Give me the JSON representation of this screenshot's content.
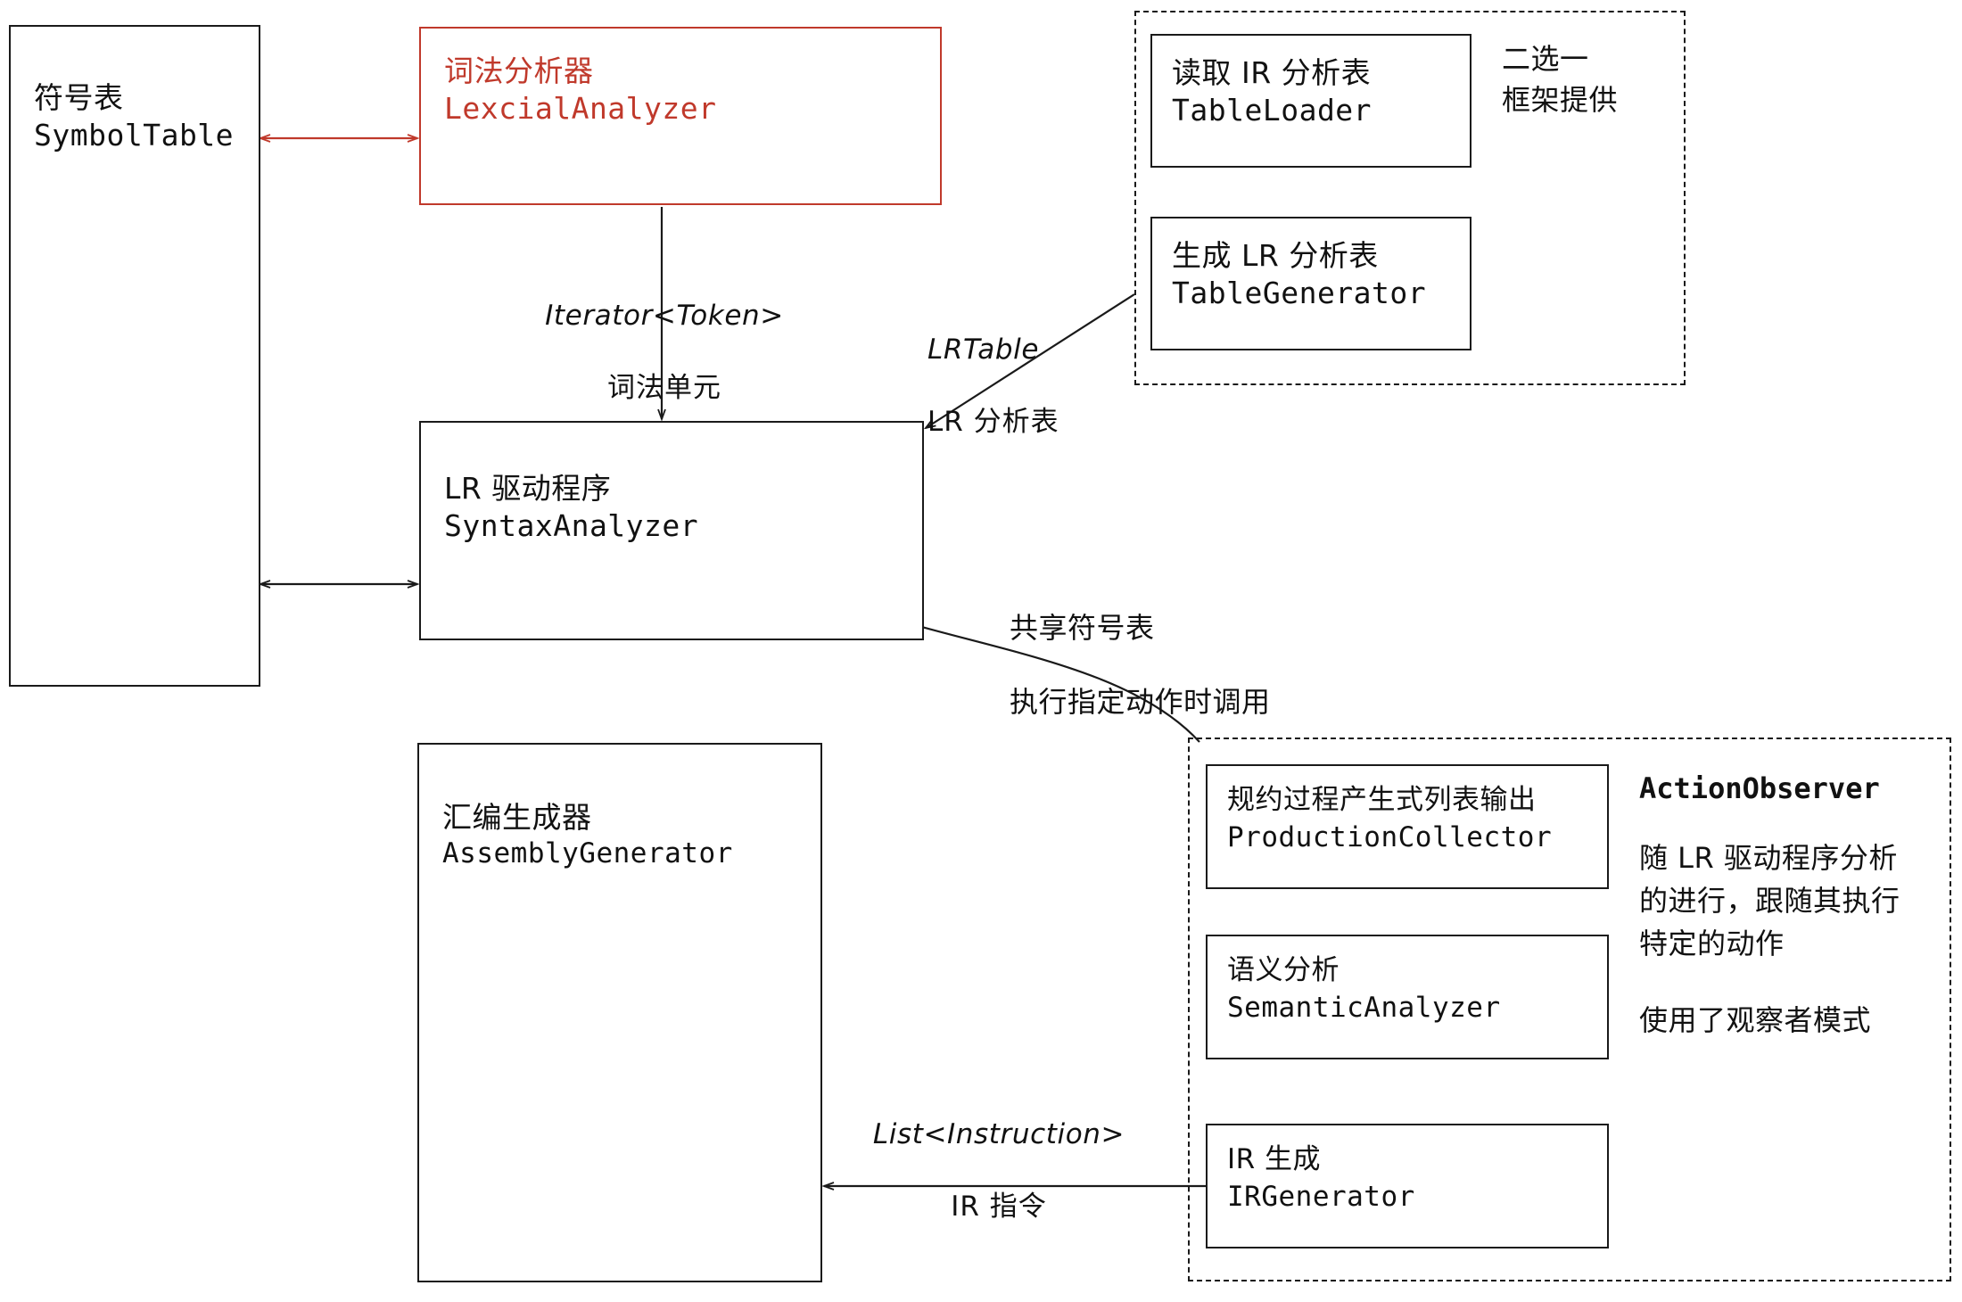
{
  "diagram": {
    "title": "Compiler Architecture Diagram",
    "colors": {
      "stroke": "#1a1a1a",
      "accent_red": "#c0392b",
      "background": "#ffffff"
    }
  },
  "boxes": {
    "symbol_table": {
      "cn": "符号表",
      "code": "SymbolTable"
    },
    "lexical_analyzer": {
      "cn": "词法分析器",
      "code": "LexcialAnalyzer"
    },
    "syntax_analyzer": {
      "cn": "LR 驱动程序",
      "code": "SyntaxAnalyzer"
    },
    "assembly_generator": {
      "cn": "汇编生成器",
      "code": "AssemblyGenerator"
    },
    "table_loader": {
      "cn": "读取 IR 分析表",
      "code": "TableLoader"
    },
    "table_generator": {
      "cn": "生成 LR 分析表",
      "code": "TableGenerator"
    },
    "production_collector": {
      "cn": "规约过程产生式列表输出",
      "code": "ProductionCollector"
    },
    "semantic_analyzer": {
      "cn": "语义分析",
      "code": "SemanticAnalyzer"
    },
    "ir_generator": {
      "cn": "IR 生成",
      "code": "IRGenerator"
    }
  },
  "groups": {
    "table_provider": {
      "note_line1": "二选一",
      "note_line2": "框架提供"
    },
    "action_observer": {
      "title": "ActionObserver",
      "desc_line1": "随 LR 驱动程序分析",
      "desc_line2": "的进行，跟随其执行",
      "desc_line3": "特定的动作",
      "pattern_note": "使用了观察者模式"
    }
  },
  "edges": {
    "token_stream": {
      "type_label": "Iterator<Token>",
      "cn_label": "词法单元"
    },
    "lr_table": {
      "type_label": "LRTable",
      "cn_label": "LR 分析表"
    },
    "shared_symbol_table": {
      "line1": "共享符号表",
      "line2": "执行指定动作时调用"
    },
    "instruction_list": {
      "type_label": "List<Instruction>",
      "cn_label": "IR 指令"
    }
  }
}
